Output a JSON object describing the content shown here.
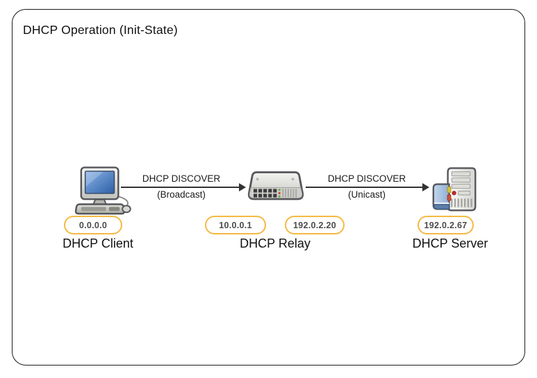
{
  "title": "DHCP Operation (Init-State)",
  "nodes": {
    "client": {
      "label": "DHCP Client",
      "address": "0.0.0.0",
      "icon": "desktop-computer"
    },
    "relay": {
      "label": "DHCP Relay",
      "address_left": "10.0.0.1",
      "address_right": "192.0.2.20",
      "icon": "network-switch"
    },
    "server": {
      "label": "DHCP Server",
      "address": "192.0.2.67",
      "icon": "server-tower"
    }
  },
  "edges": {
    "client_to_relay": {
      "label": "DHCP DISCOVER",
      "sublabel": "(Broadcast)"
    },
    "relay_to_server": {
      "label": "DHCP DISCOVER",
      "sublabel": "(Unicast)"
    }
  },
  "colors": {
    "badge_border": "#F5B942",
    "badge_text": "#4a4a4a",
    "arrow": "#333333",
    "frame_border": "#1a1a1a",
    "screen_blue": "#2d5fa6"
  }
}
